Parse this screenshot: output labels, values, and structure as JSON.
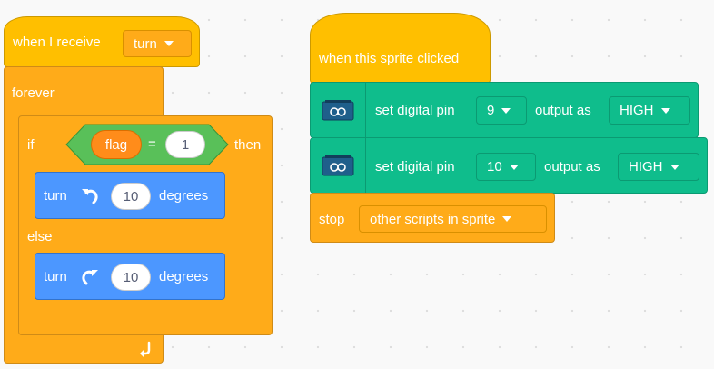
{
  "script1": {
    "hat": {
      "label": "when I receive",
      "message": "turn"
    },
    "forever_label": "forever",
    "if_block": {
      "if_label": "if",
      "condition": {
        "variable": "flag",
        "operator": "=",
        "value": "1"
      },
      "then_label": "then",
      "else_label": "else"
    },
    "turn_left": {
      "label": "turn",
      "value": "10",
      "unit": "degrees",
      "icon": "rotate-left-icon"
    },
    "turn_right": {
      "label": "turn",
      "value": "10",
      "unit": "degrees",
      "icon": "rotate-right-icon"
    },
    "loop_icon": "loop-arrow-icon"
  },
  "script2": {
    "hat": {
      "label": "when this sprite clicked"
    },
    "set_pin_1": {
      "prefix": "set digital pin",
      "pin": "9",
      "middle": "output as",
      "level": "HIGH",
      "icon": "arduino-board-icon"
    },
    "set_pin_2": {
      "prefix": "set digital pin",
      "pin": "10",
      "middle": "output as",
      "level": "HIGH",
      "icon": "arduino-board-icon"
    },
    "stop": {
      "label": "stop",
      "option": "other scripts in sprite"
    }
  },
  "colors": {
    "events": "#ffbf00",
    "control": "#ffab19",
    "motion": "#4c97ff",
    "operators": "#59c059",
    "variables": "#ff8c1a",
    "extension": "#0fbd8c"
  }
}
